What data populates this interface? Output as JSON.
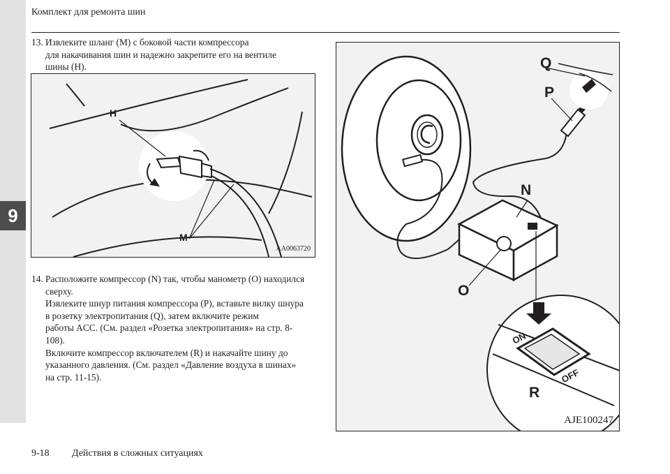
{
  "header": {
    "running_title": "Комплект для ремонта шин"
  },
  "chapter_tab": {
    "number": "9"
  },
  "steps": [
    {
      "number": "13.",
      "lines": [
        "Извлеките шланг (M) с боковой части компрессора",
        "для накачивания шин и надежно закрепите его на вентиле",
        "шины (H)."
      ]
    },
    {
      "number": "14.",
      "lines": [
        "Расположите компрессор (N) так, чтобы манометр (O) находился",
        "сверху.",
        "Извлеките шнур питания компрессора (P), вставьте вилку шнура",
        "в розетку электропитания (Q), затем включите режим",
        "работы ACC. (См. раздел «Розетка электропитания» на стр. 8-",
        "108).",
        "Включите компрессор включателем (R) и накачайте шину до",
        "указанного давления. (См. раздел «Давление воздуха в шинах»",
        "на стр. 11-15)."
      ]
    }
  ],
  "figure_small": {
    "code": "AA0063720",
    "label_h": "H",
    "label_m": "M"
  },
  "figure_large": {
    "code": "AJE100247",
    "label_q": "Q",
    "label_p": "P",
    "label_n": "N",
    "label_o": "O",
    "label_r": "R",
    "switch_on": "ON",
    "switch_off": "OFF"
  },
  "footer": {
    "page_number": "9-18",
    "section_title": "Действия в сложных ситуациях"
  }
}
